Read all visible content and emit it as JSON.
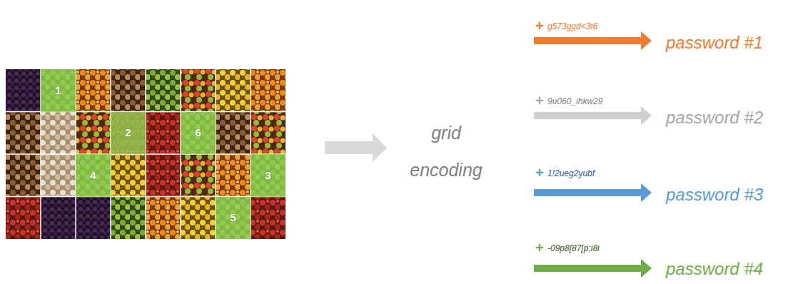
{
  "diagram": {
    "nodes": [
      {
        "text": [
          "1"
        ]
      },
      {
        "text": [
          "2"
        ]
      },
      {
        "text": [
          "6"
        ]
      },
      {
        "text": [
          "4"
        ]
      },
      {
        "text": [
          "3"
        ]
      },
      {
        "text": [
          "5"
        ]
      }
    ],
    "labels": [
      "grid encoding",
      "+",
      "g573ggd<3t6",
      "password #1",
      "+",
      "9u060_ihkw29",
      "password #2",
      "+",
      "1!2ueg2yubf",
      "password #3",
      "+",
      "-09p8[87[p;i8i",
      "password #4"
    ]
  }
}
